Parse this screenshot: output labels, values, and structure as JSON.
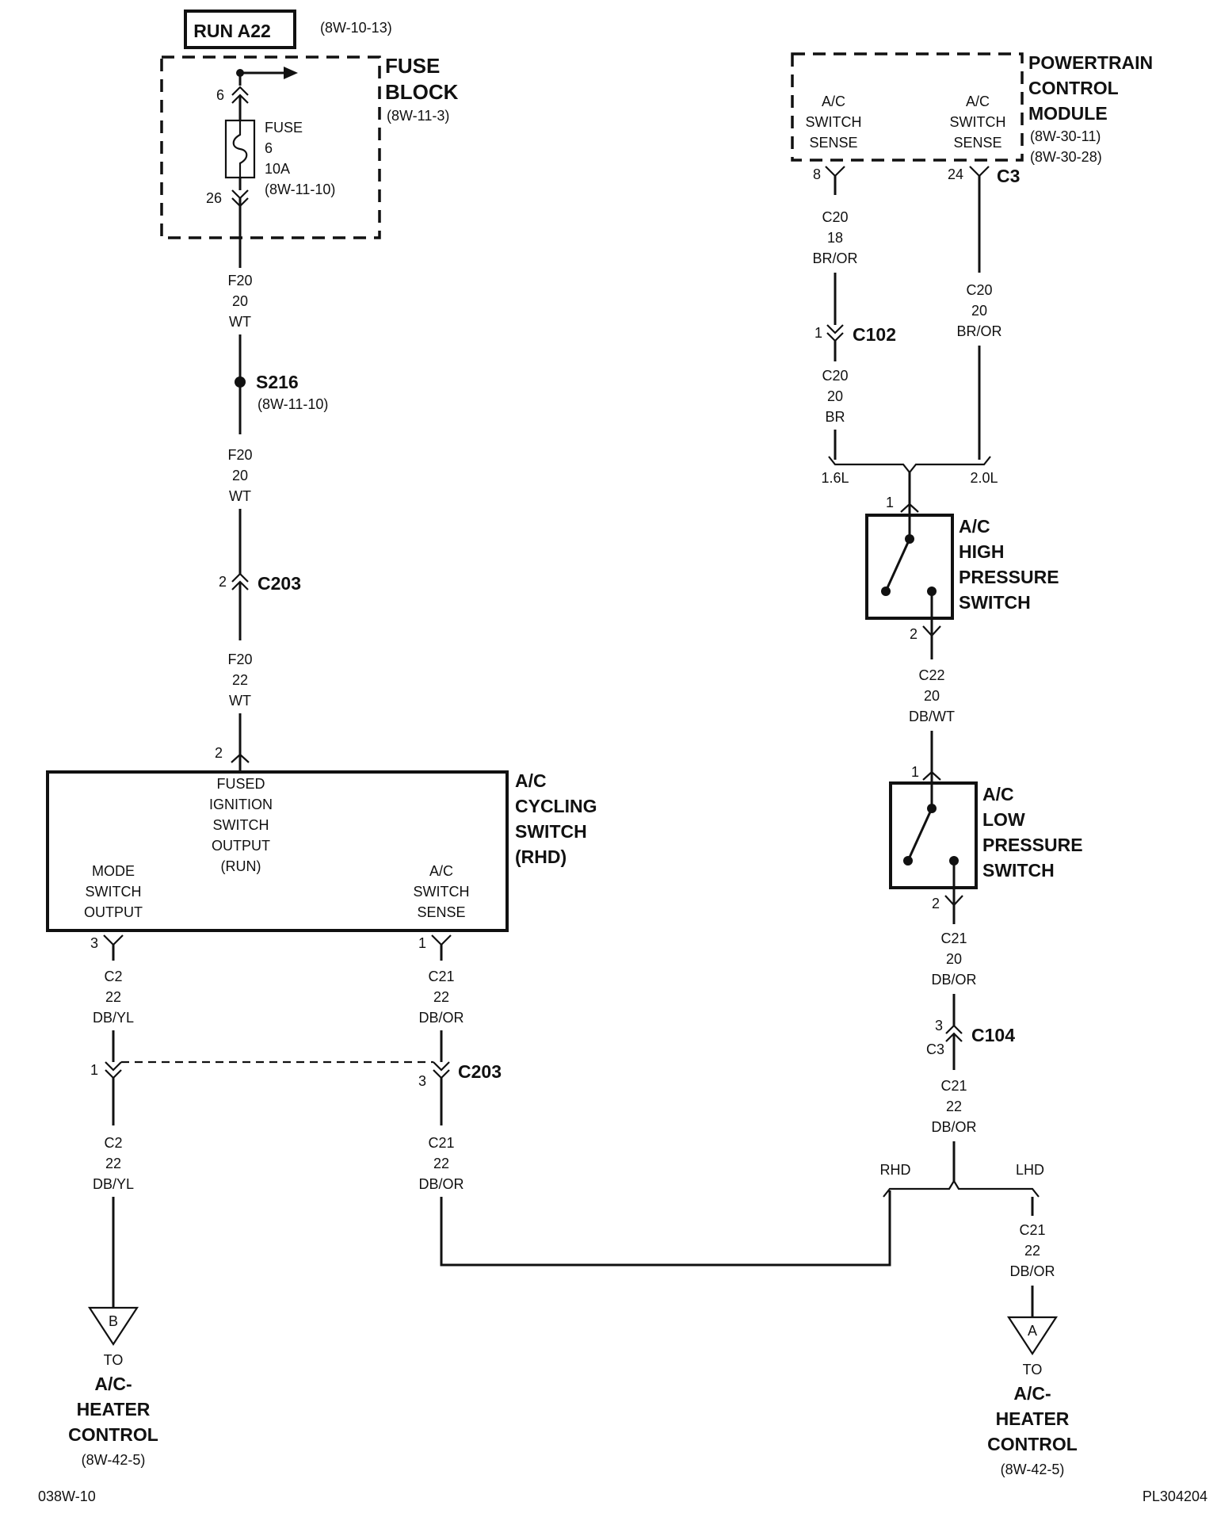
{
  "run_label": "RUN A22",
  "run_ref": "(8W-10-13)",
  "fuse_block": {
    "title_line1": "FUSE",
    "title_line2": "BLOCK",
    "ref": "(8W-11-3)",
    "fuse_label": "FUSE",
    "fuse_number": "6",
    "fuse_rating": "10A",
    "fuse_ref": "(8W-11-10)",
    "pin_in": "6",
    "pin_out": "26"
  },
  "wire_f20_a": {
    "circuit": "F20",
    "gauge": "20",
    "color": "WT"
  },
  "splice": {
    "id": "S216",
    "ref": "(8W-11-10)"
  },
  "wire_f20_b": {
    "circuit": "F20",
    "gauge": "20",
    "color": "WT"
  },
  "connector_c203_top": {
    "pin": "2",
    "id": "C203"
  },
  "wire_f20_c": {
    "circuit": "F20",
    "gauge": "22",
    "color": "WT"
  },
  "cycling_switch": {
    "pin_in": "2",
    "title": [
      "A/C",
      "CYCLING",
      "SWITCH",
      "(RHD)"
    ],
    "fused_label": [
      "FUSED",
      "IGNITION",
      "SWITCH",
      "OUTPUT",
      "(RUN)"
    ],
    "mode_label": [
      "MODE",
      "SWITCH",
      "OUTPUT"
    ],
    "sense_label": [
      "A/C",
      "SWITCH",
      "SENSE"
    ],
    "pin_mode": "3",
    "pin_sense": "1"
  },
  "wire_c2_a": {
    "circuit": "C2",
    "gauge": "22",
    "color": "DB/YL"
  },
  "wire_c21_a": {
    "circuit": "C21",
    "gauge": "22",
    "color": "DB/OR"
  },
  "connector_c203_bottom": {
    "pin_left": "1",
    "pin_right": "3",
    "id": "C203"
  },
  "wire_c2_b": {
    "circuit": "C2",
    "gauge": "22",
    "color": "DB/YL"
  },
  "wire_c21_b": {
    "circuit": "C21",
    "gauge": "22",
    "color": "DB/OR"
  },
  "terminal_b": {
    "letter": "B",
    "to": "TO",
    "title": [
      "A/C-",
      "HEATER",
      "CONTROL"
    ],
    "ref": "(8W-42-5)"
  },
  "pcm": {
    "title": [
      "POWERTRAIN",
      "CONTROL",
      "MODULE"
    ],
    "refs": [
      "(8W-30-11)",
      "(8W-30-28)"
    ],
    "left_label": [
      "A/C",
      "SWITCH",
      "SENSE"
    ],
    "right_label": [
      "A/C",
      "SWITCH",
      "SENSE"
    ],
    "pin_left": "8",
    "pin_right": "24",
    "connector": "C3"
  },
  "wire_c20_18": {
    "circuit": "C20",
    "gauge": "18",
    "color": "BR/OR"
  },
  "wire_c20_20_right": {
    "circuit": "C20",
    "gauge": "20",
    "color": "BR/OR"
  },
  "connector_c102": {
    "pin": "1",
    "id": "C102"
  },
  "wire_c20_br": {
    "circuit": "C20",
    "gauge": "20",
    "color": "BR"
  },
  "engine_options": {
    "left": "1.6L",
    "right": "2.0L"
  },
  "high_pressure_switch": {
    "pin_top": "1",
    "pin_bottom": "2",
    "title": [
      "A/C",
      "HIGH",
      "PRESSURE",
      "SWITCH"
    ]
  },
  "wire_c22": {
    "circuit": "C22",
    "gauge": "20",
    "color": "DB/WT"
  },
  "low_pressure_switch": {
    "pin_top": "1",
    "pin_bottom": "2",
    "title": [
      "A/C",
      "LOW",
      "PRESSURE",
      "SWITCH"
    ]
  },
  "wire_c21_20": {
    "circuit": "C21",
    "gauge": "20",
    "color": "DB/OR"
  },
  "connector_c104": {
    "pin": "3",
    "sub": "C3",
    "id": "C104"
  },
  "wire_c21_22": {
    "circuit": "C21",
    "gauge": "22",
    "color": "DB/OR"
  },
  "drive_options": {
    "left": "RHD",
    "right": "LHD"
  },
  "wire_c21_lhd": {
    "circuit": "C21",
    "gauge": "22",
    "color": "DB/OR"
  },
  "terminal_a": {
    "letter": "A",
    "to": "TO",
    "title": [
      "A/C-",
      "HEATER",
      "CONTROL"
    ],
    "ref": "(8W-42-5)"
  },
  "footer_left": "038W-10",
  "footer_right": "PL304204"
}
